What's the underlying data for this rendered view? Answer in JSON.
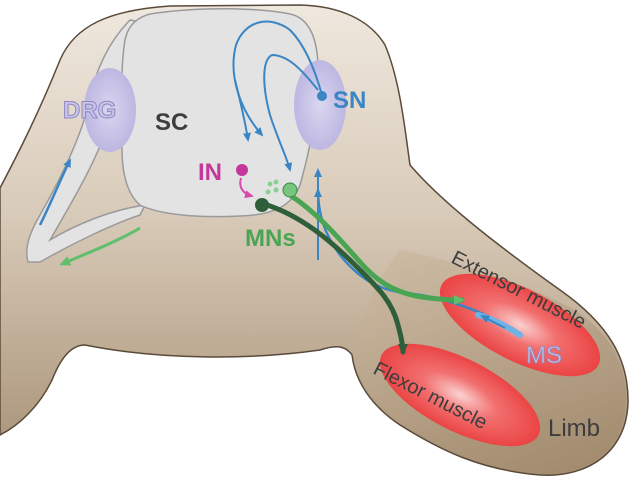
{
  "labels": {
    "drg": "DRG",
    "sc": "SC",
    "sn": "SN",
    "in": "IN",
    "mns": "MNs",
    "extensor": "Extensor muscle",
    "flexor": "Flexor muscle",
    "ms": "MS",
    "limb": "Limb"
  },
  "colors": {
    "tissue": "#cfc0ab",
    "tissue_dark": "#a58f73",
    "spinal_cord": "#e3e3e3",
    "ganglion": "#c9c5e6",
    "sensory_blue": "#3a85c4",
    "motor_green": "#49a553",
    "motor_dark": "#2f5e3a",
    "interneuron_magenta": "#c4389b",
    "muscle_red": "#ef4a4a",
    "label_grey": "#3d3d3d",
    "drg_label": "#b9b3dd"
  }
}
